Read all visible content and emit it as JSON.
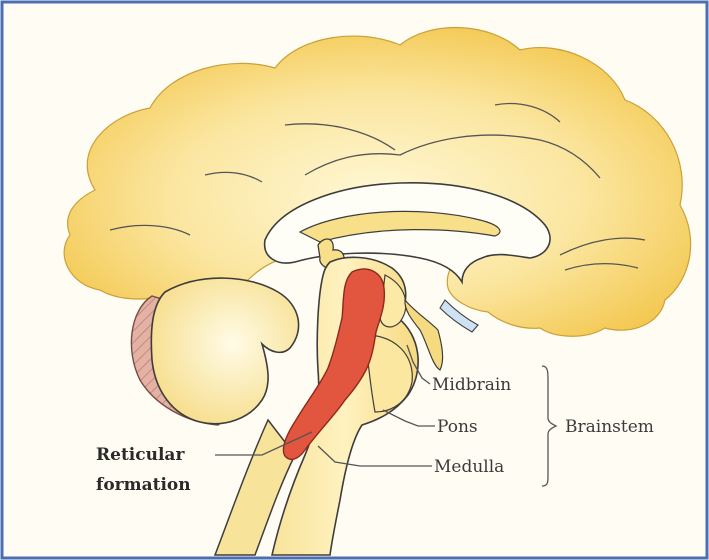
{
  "labels": {
    "midbrain": "Midbrain",
    "pons": "Pons",
    "medulla": "Medulla",
    "brainstem": "Brainstem",
    "reticular_line1": "Reticular",
    "reticular_line2": "formation"
  },
  "colors": {
    "frame": "#4a6fb5",
    "background": "#fffdf3",
    "tissue_light": "#fff6c9",
    "tissue": "#f6cf5a",
    "tissue_dark": "#e8b432",
    "outline": "#3d3d3d",
    "reticular": "#e2553f",
    "cerebellum_cortex": "#d9a596"
  }
}
